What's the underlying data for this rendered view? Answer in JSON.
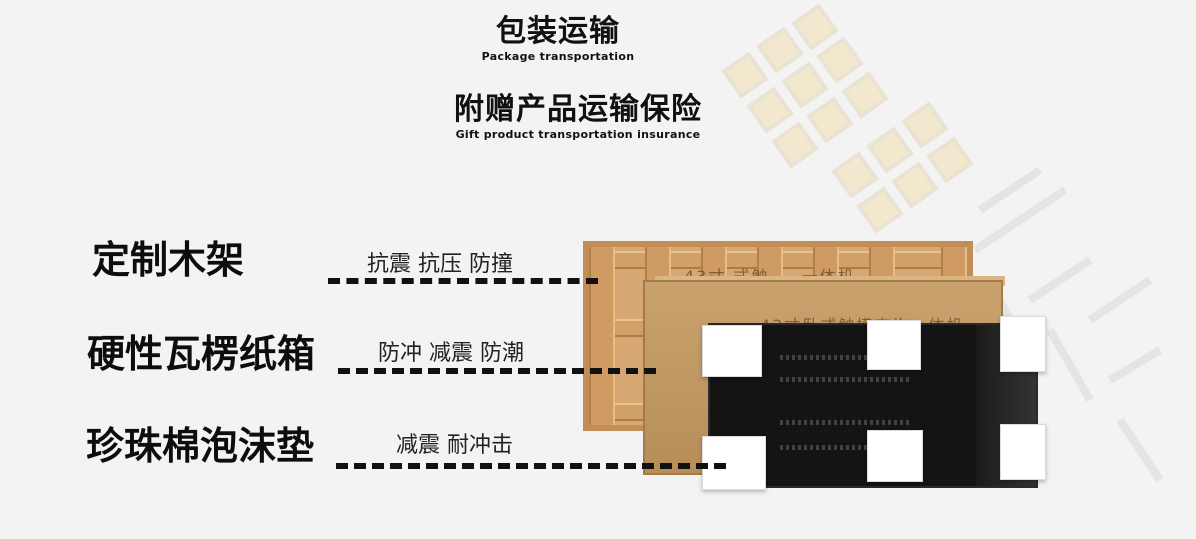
{
  "header": {
    "section_title": "包装运输",
    "section_subtitle": "Package transportation",
    "insurance_title": "附赠产品运输保险",
    "insurance_subtitle": "Gift product transportation insurance"
  },
  "layers": [
    {
      "name": "定制木架",
      "features": "抗震 抗压 防撞"
    },
    {
      "name": "硬性瓦楞纸箱",
      "features": "防冲 减震 防潮"
    },
    {
      "name": "珍珠棉泡沫垫",
      "features": "减震 耐冲击"
    }
  ],
  "product": {
    "crate_print": "43寸 式触 … 一体机",
    "box_print": "43寸卧式触摸查询一体机"
  },
  "colors": {
    "background": "#f3f3f3",
    "text": "#111111",
    "wood": "#d6a773",
    "carton": "#c9a26e",
    "panel": "#141414",
    "foam": "#ffffff",
    "watermark": "#e8c97a"
  },
  "icons": {
    "watermark": "brand-logo-watermark"
  }
}
